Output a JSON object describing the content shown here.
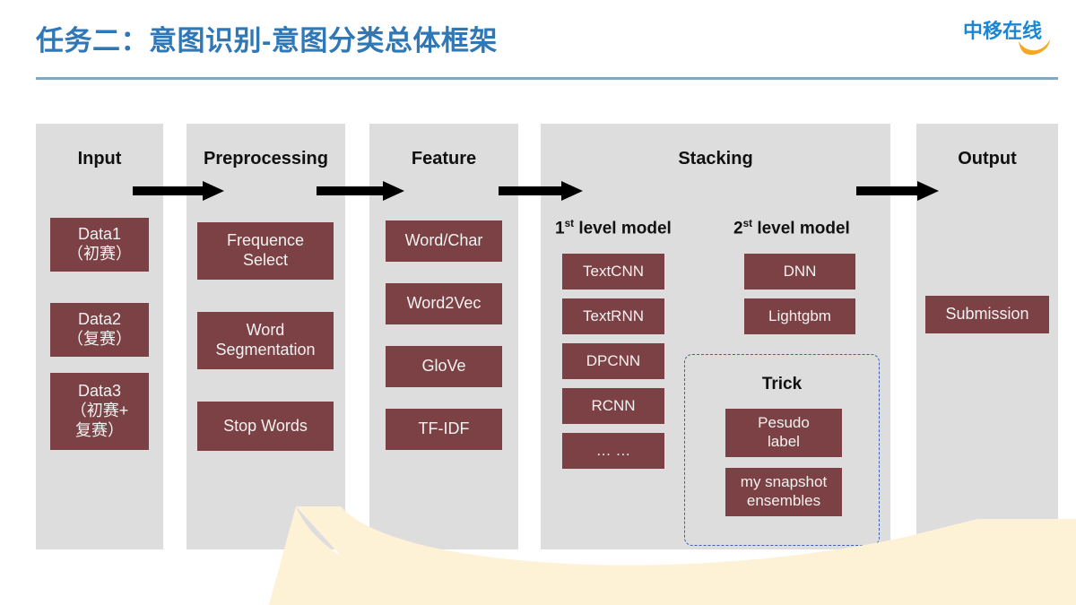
{
  "header": {
    "title": "任务二：意图识别-意图分类总体框架",
    "title_color": "#2f77b5",
    "rule_color": "#7fa8c4",
    "logo_text": "中移在线",
    "logo_color": "#1c86d3",
    "logo_swoosh_color": "#f5a623"
  },
  "theme": {
    "column_bg": "#dddddd",
    "box_fill": "#7b4144",
    "box_text": "#f2f2f2",
    "arrow_color": "#000000",
    "dashed_border": "#3a62b0",
    "decor_swoosh": "#fdf1d6"
  },
  "pipeline": {
    "columns": [
      {
        "name": "input",
        "title": "Input",
        "boxes": [
          {
            "label": "Data1\n（初赛）",
            "lines": [
              "Data1",
              "（初赛）"
            ]
          },
          {
            "label": "Data2\n（复赛）",
            "lines": [
              "Data2",
              "（复赛）"
            ]
          },
          {
            "label": "Data3\n（初赛+复赛）",
            "lines": [
              "Data3",
              "（初赛+",
              "复赛）"
            ]
          }
        ]
      },
      {
        "name": "preprocessing",
        "title": "Preprocessing",
        "boxes": [
          {
            "label": "Frequence Select",
            "lines": [
              "Frequence",
              "Select"
            ]
          },
          {
            "label": "Word Segmentation",
            "lines": [
              "Word",
              "Segmentation"
            ]
          },
          {
            "label": "Stop Words",
            "lines": [
              "Stop Words"
            ]
          }
        ]
      },
      {
        "name": "feature",
        "title": "Feature",
        "boxes": [
          {
            "label": "Word/Char",
            "lines": [
              "Word/Char"
            ]
          },
          {
            "label": "Word2Vec",
            "lines": [
              "Word2Vec"
            ]
          },
          {
            "label": "GloVe",
            "lines": [
              "GloVe"
            ]
          },
          {
            "label": "TF-IDF",
            "lines": [
              "TF-IDF"
            ]
          }
        ]
      },
      {
        "name": "stacking",
        "title": "Stacking",
        "level1": {
          "caption_prefix": "1",
          "caption_sup": "st",
          "caption_suffix": " level model",
          "boxes": [
            {
              "label": "TextCNN"
            },
            {
              "label": "TextRNN"
            },
            {
              "label": "DPCNN"
            },
            {
              "label": "RCNN"
            },
            {
              "label": "… …"
            }
          ]
        },
        "level2": {
          "caption_prefix": "2",
          "caption_sup": "st",
          "caption_suffix": " level model",
          "boxes": [
            {
              "label": "DNN"
            },
            {
              "label": "Lightgbm"
            }
          ]
        },
        "trick": {
          "title": "Trick",
          "boxes": [
            {
              "label": "Pesudo label",
              "lines": [
                "Pesudo",
                "label"
              ]
            },
            {
              "label": "my snapshot ensembles",
              "lines": [
                "my snapshot",
                "ensembles"
              ]
            }
          ]
        }
      },
      {
        "name": "output",
        "title": "Output",
        "boxes": [
          {
            "label": "Submission",
            "lines": [
              "Submission"
            ]
          }
        ]
      }
    ],
    "arrows": [
      {
        "name": "arrow-input-to-preprocessing"
      },
      {
        "name": "arrow-preprocessing-to-feature"
      },
      {
        "name": "arrow-feature-to-stacking"
      },
      {
        "name": "arrow-stacking-to-output"
      }
    ]
  }
}
